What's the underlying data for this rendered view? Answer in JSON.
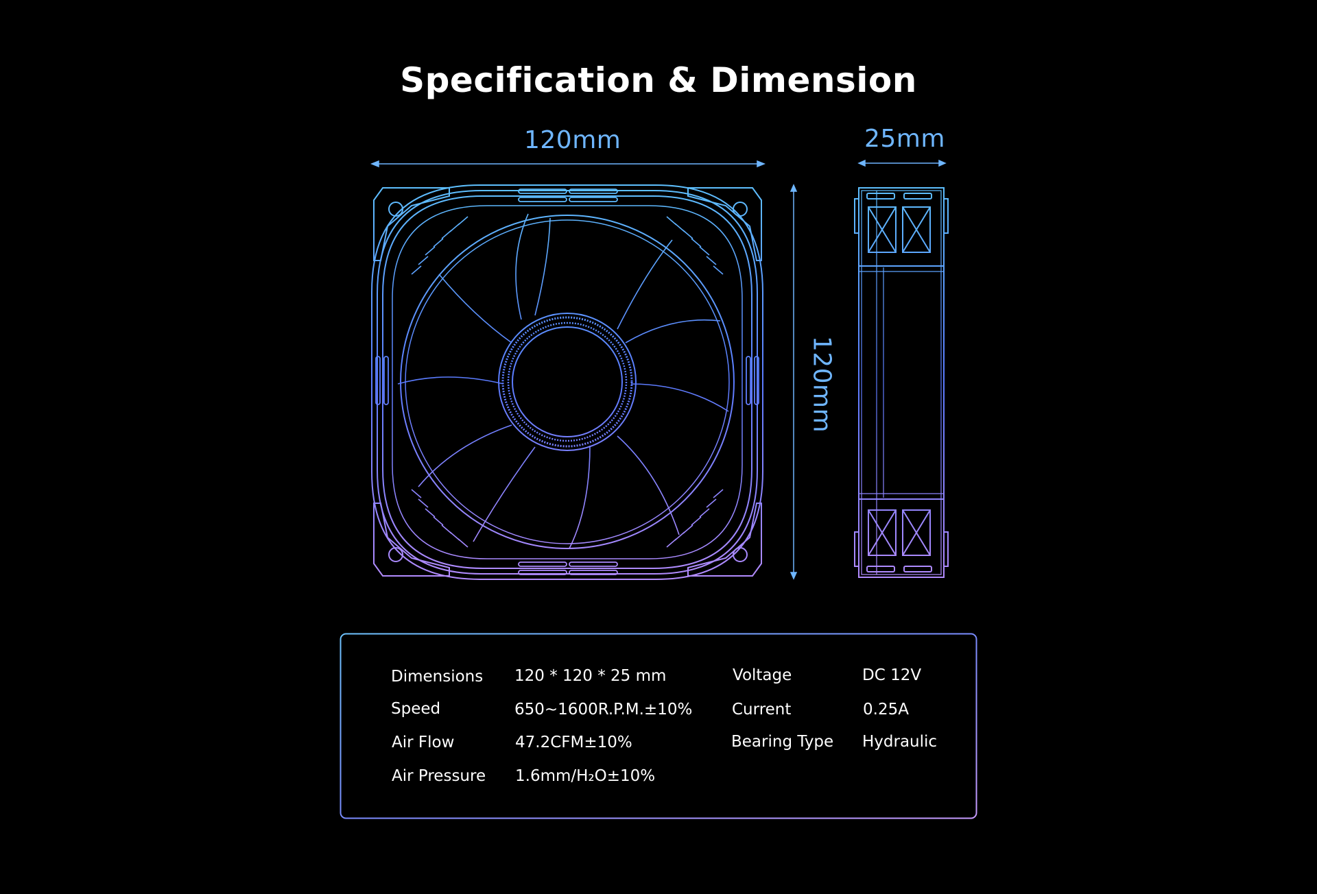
{
  "title": "Specification & Dimension",
  "dimensions": {
    "width_label": "120mm",
    "depth_label": "25mm",
    "height_label": "120mm"
  },
  "colors": {
    "background": "#000000",
    "accent_top": "#5fb8ff",
    "accent_bottom": "#b48cff",
    "text": "#ffffff"
  },
  "specs": {
    "left": [
      {
        "label": "Dimensions",
        "value": "120 * 120 * 25 mm"
      },
      {
        "label": "Speed",
        "value": "650~1600R.P.M.±10%"
      },
      {
        "label": "Air Flow",
        "value": "47.2CFM±10%"
      },
      {
        "label": "Air Pressure",
        "value": "1.6mm/H₂O±10%"
      }
    ],
    "right": [
      {
        "label": "Voltage",
        "value": "DC 12V"
      },
      {
        "label": "Current",
        "value": "0.25A"
      },
      {
        "label": "Bearing Type",
        "value": "Hydraulic"
      }
    ]
  }
}
